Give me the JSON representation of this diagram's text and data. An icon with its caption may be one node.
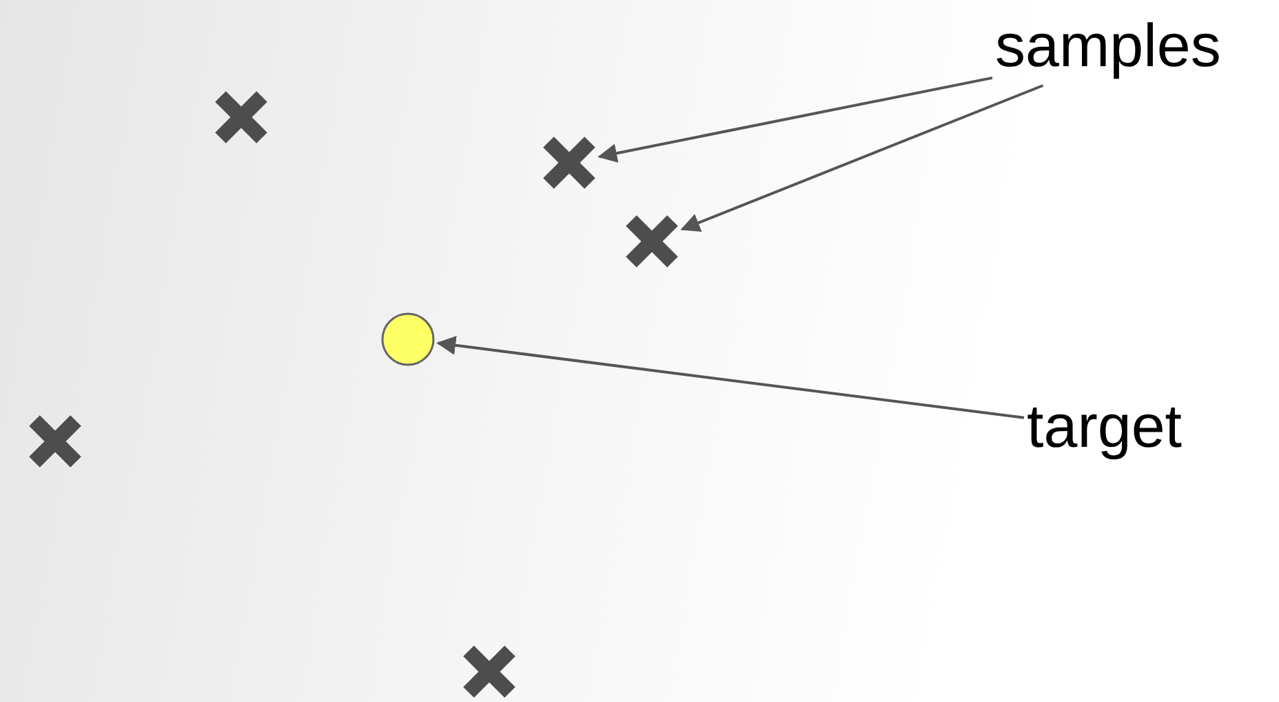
{
  "diagram": {
    "nodes": [
      {
        "text": [
          "samples"
        ]
      },
      {
        "text": [],
        "shape": "cross"
      },
      {
        "text": [],
        "shape": "cross"
      },
      {
        "text": [],
        "shape": "cross"
      },
      {
        "text": [],
        "shape": "circle"
      },
      {
        "text": [
          "target"
        ]
      },
      {
        "text": [],
        "shape": "cross"
      },
      {
        "text": [],
        "shape": "cross"
      }
    ],
    "edges": [
      {
        "from": 0,
        "to": 2,
        "arrow": "to"
      },
      {
        "from": 0,
        "to": 3,
        "arrow": "to"
      },
      {
        "from": 5,
        "to": 4,
        "arrow": "to"
      }
    ]
  }
}
